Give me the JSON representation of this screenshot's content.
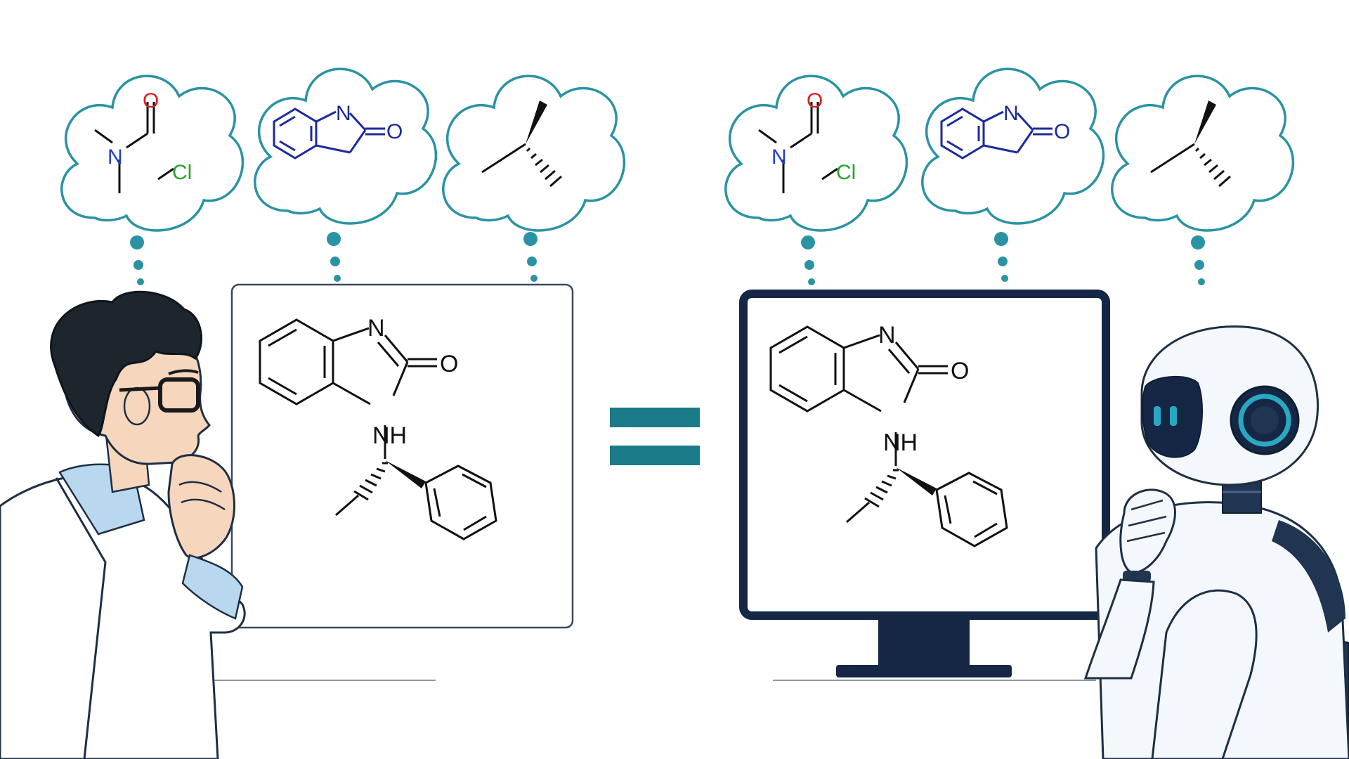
{
  "colors": {
    "cloud_outline": "#2a93a3",
    "equals": "#1b7a87",
    "ink": "#111111",
    "oxygen": "#e02020",
    "nitrogen_small": "#1f3fcc",
    "chlorine": "#27a12a",
    "indolinone": "#1c2a9c",
    "monitor_frame": "#152744",
    "robot_accent": "#2aa8c2"
  },
  "clouds": [
    {
      "label_O": "O",
      "label_N": "N",
      "label_Cl": "Cl"
    },
    {
      "label_N": "N",
      "label_O": "O"
    },
    {}
  ],
  "molecule": {
    "label_N": "N",
    "label_O": "O",
    "label_NH": "NH"
  },
  "icons": [
    "thought-cloud-icon",
    "equals-icon",
    "scientist-figure",
    "robot-figure",
    "monitor-icon"
  ]
}
